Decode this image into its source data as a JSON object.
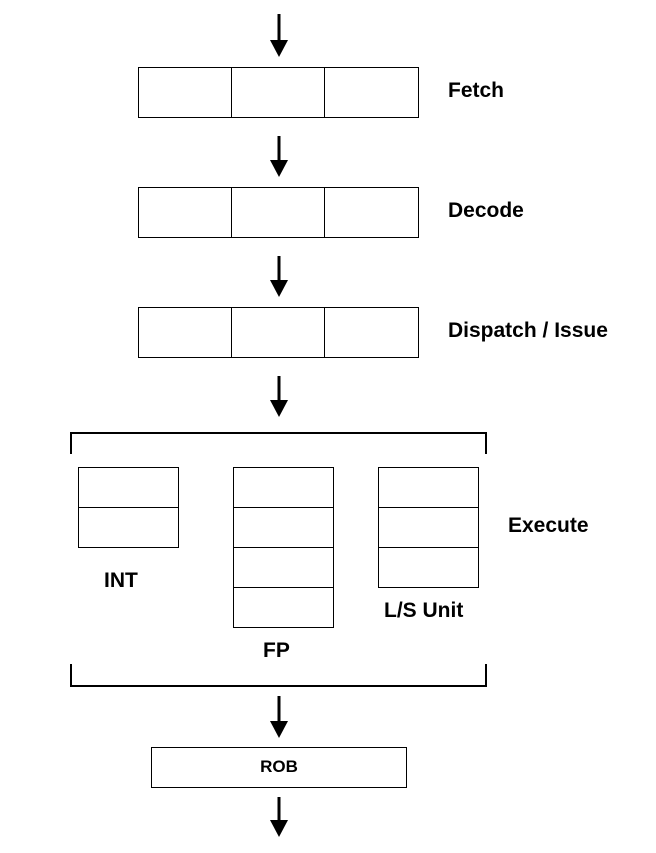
{
  "stages": {
    "fetch": {
      "label": "Fetch",
      "slots": 3
    },
    "decode": {
      "label": "Decode",
      "slots": 3
    },
    "dispatch": {
      "label": "Dispatch / Issue",
      "slots": 3
    },
    "execute": {
      "label": "Execute"
    }
  },
  "units": {
    "int": {
      "label": "INT",
      "slots": 2
    },
    "fp": {
      "label": "FP",
      "slots": 4
    },
    "ls": {
      "label": "L/S Unit",
      "slots": 3
    }
  },
  "rob": {
    "label": "ROB"
  },
  "colors": {
    "stroke": "#000000",
    "background": "#ffffff"
  }
}
